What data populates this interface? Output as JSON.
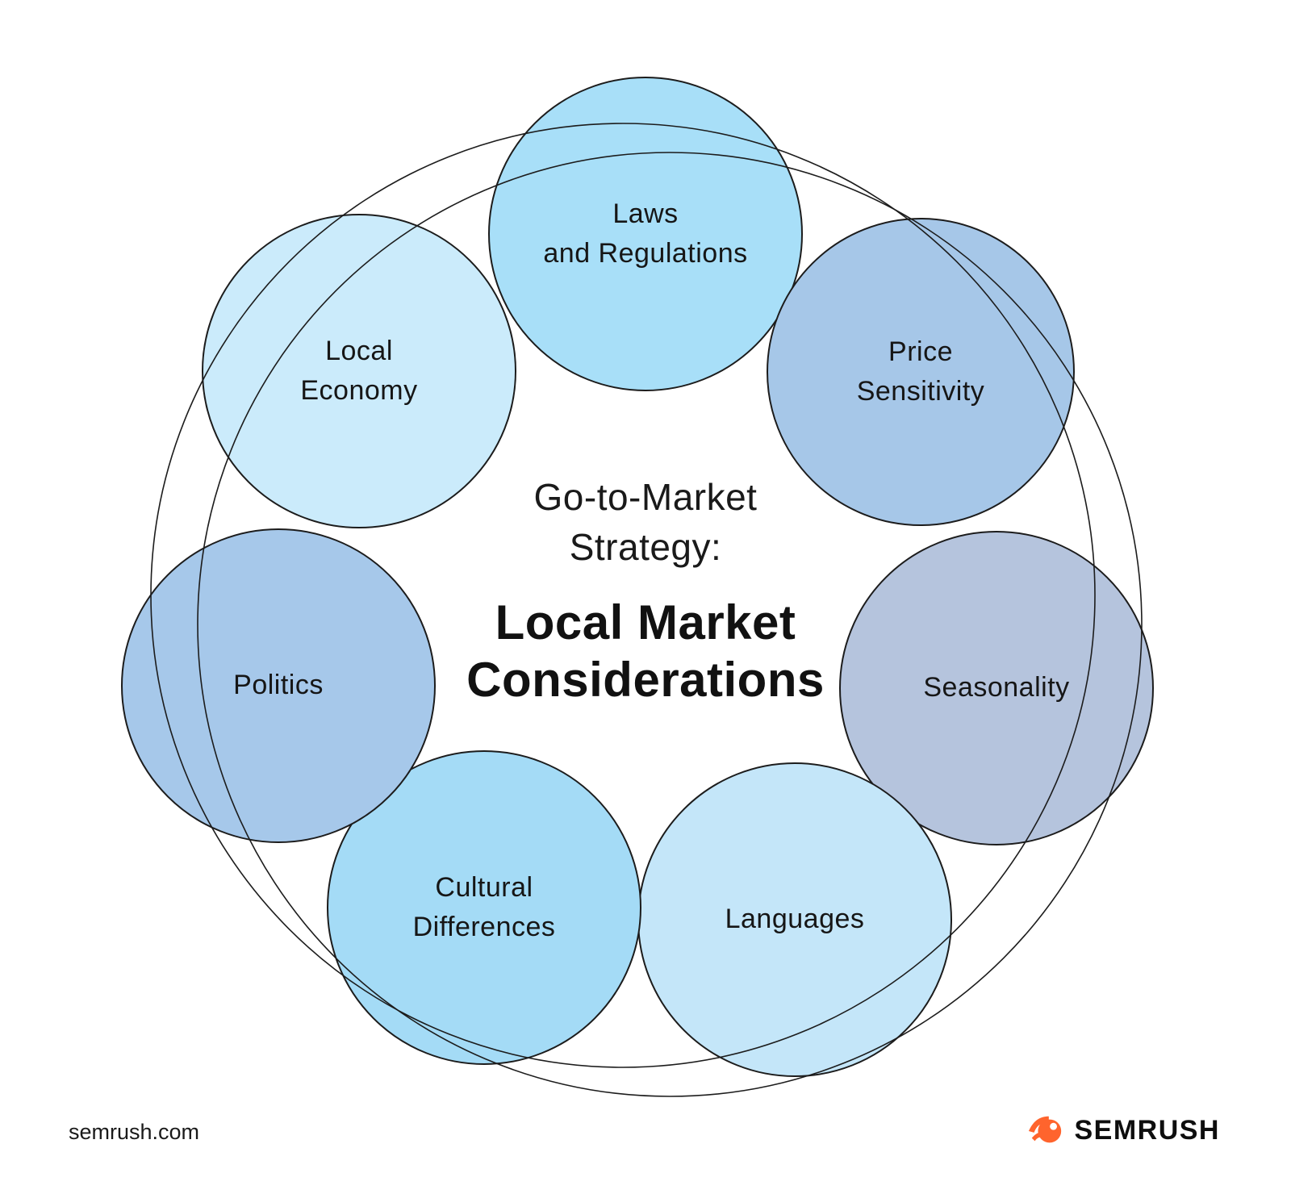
{
  "center": {
    "subtitle": "Go-to-Market\nStrategy:",
    "title": "Local Market\nConsiderations"
  },
  "circles": [
    {
      "id": "laws-and-regulations",
      "label": "Laws\nand Regulations",
      "color": "#A8DFF8"
    },
    {
      "id": "price-sensitivity",
      "label": "Price\nSensitivity",
      "color": "#A6C7E8"
    },
    {
      "id": "seasonality",
      "label": "Seasonality",
      "color": "#B5C4DD"
    },
    {
      "id": "languages",
      "label": "Languages",
      "color": "#C4E6F9"
    },
    {
      "id": "cultural-differences",
      "label": "Cultural\nDifferences",
      "color": "#A4DBF6"
    },
    {
      "id": "politics",
      "label": "Politics",
      "color": "#A6C8EA"
    },
    {
      "id": "local-economy",
      "label": "Local\nEconomy",
      "color": "#CBEBFB"
    }
  ],
  "footer": {
    "website": "semrush.com",
    "brand": "SEMRUSH",
    "brand_color": "#FF642D"
  },
  "style": {
    "outline_color": "#1c1c1c"
  }
}
